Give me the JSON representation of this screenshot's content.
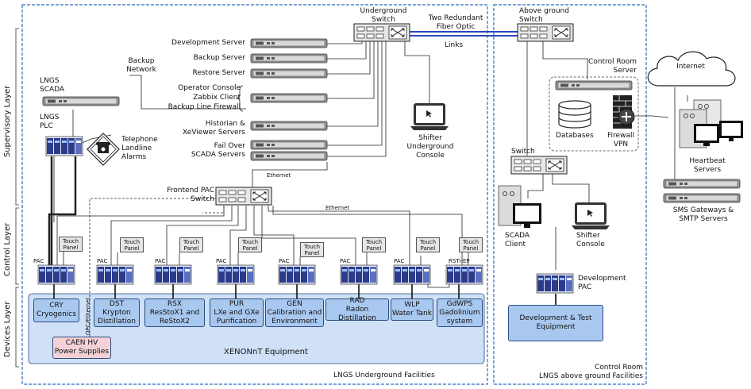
{
  "layers": {
    "supervisory": "Supervisory Layer",
    "control": "Control Layer",
    "devices": "Devices Layer"
  },
  "regions": {
    "underground": "LNGS Underground Facilities",
    "control_room": "Control Room",
    "above_ground": "LNGS above ground Facilities"
  },
  "switches": {
    "underground": [
      "Underground",
      "Switch"
    ],
    "above_ground": [
      "Above ground",
      "Switch"
    ],
    "control_room": "Switch",
    "frontend": [
      "Frontend PAC",
      "Switch"
    ]
  },
  "links": {
    "fiber": [
      "Two Redundant",
      "Fiber Optic"
    ],
    "links": "Links",
    "ethernet_1": "Ethernet",
    "ethernet_2": "Ethernet",
    "opc": "OPC/Ethernet"
  },
  "servers": {
    "development": "Development  Server",
    "backup": "Backup Server",
    "restore": "Restore Server",
    "operator_console": "Operator Console",
    "zabbix": "Zabbix Client",
    "backup_firewall": "Backup Line Firewall",
    "historian": [
      "Historian &",
      "XeViewer Servers"
    ],
    "failover": [
      "Fail Over",
      "SCADA Servers"
    ]
  },
  "backup_network": [
    "Backup",
    "Network"
  ],
  "lngs_scada": [
    "LNGS",
    "SCADA"
  ],
  "lngs_plc": [
    "LNGS",
    "PLC"
  ],
  "telephone": [
    "Telephone",
    "Landline",
    "Alarms"
  ],
  "shifter_underground": [
    "Shifter",
    "Underground",
    "Console"
  ],
  "internet": "Internet",
  "control_room_server": [
    "Control Room",
    "Server"
  ],
  "databases": "Databases",
  "firewall": [
    "Firewall",
    "VPN"
  ],
  "heartbeat": [
    "Heartbeat",
    "Servers"
  ],
  "sms": [
    "SMS Gateways &",
    "SMTP Servers"
  ],
  "scada_client": [
    "SCADA",
    "Client"
  ],
  "shifter_console": [
    "Shifter",
    "Console"
  ],
  "development_pac": [
    "Development",
    "PAC"
  ],
  "dev_test_equipment": [
    "Development & Test",
    "Equipment"
  ],
  "touch_panel": [
    "Touch",
    "Panel"
  ],
  "pac_label": "PAC",
  "rsti_label": "RSTi-EP",
  "subsystems": [
    {
      "code": "CRY",
      "name": [
        "Cryogenics"
      ]
    },
    {
      "code": "DST",
      "name": [
        "Krypton",
        "Distillation"
      ]
    },
    {
      "code": "RSX",
      "name": [
        "ResStoX1 and",
        "ReStoX2"
      ]
    },
    {
      "code": "PUR",
      "name": [
        "LXe and GXe",
        "Purification"
      ]
    },
    {
      "code": "GEN",
      "name": [
        "Calibration and",
        "Environment"
      ]
    },
    {
      "code": "RAD",
      "name": [
        "Radon Distillation"
      ]
    },
    {
      "code": "WLP",
      "name": [
        "Water Tank"
      ]
    },
    {
      "code": "GdWPS",
      "name": [
        "Gadolinium",
        "system"
      ]
    }
  ],
  "caen": [
    "CAEN HV",
    "Power Supplies"
  ],
  "xenonnt": "XENONnT Equipment",
  "colors": {
    "region_border": "#2b6cc4",
    "device_area": "#cfe0f7",
    "subsystem_box": "#a9c8ef",
    "caen_box": "#f3d1d6",
    "fiber_link": "#2a46c0"
  }
}
